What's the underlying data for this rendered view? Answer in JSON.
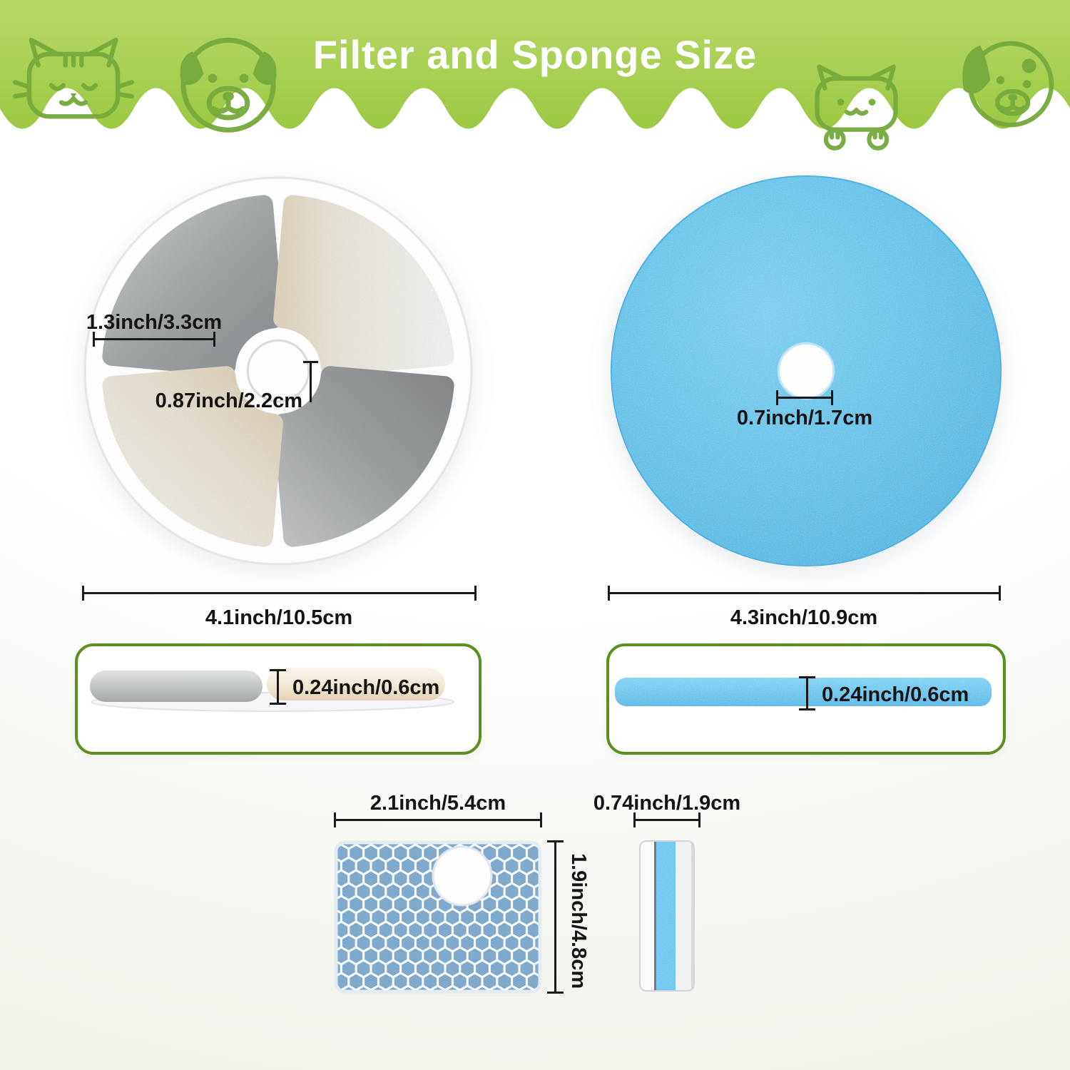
{
  "header": {
    "title": "Filter and Sponge Size"
  },
  "carbon_filter": {
    "segment_width": "1.3inch/3.3cm",
    "hole_diameter": "0.87inch/2.2cm",
    "diameter": "4.1inch/10.5cm",
    "thickness": "0.24inch/0.6cm"
  },
  "foam_sponge": {
    "hole_diameter": "0.7inch/1.7cm",
    "diameter": "4.3inch/10.9cm",
    "thickness": "0.24inch/0.6cm"
  },
  "mesh_filter": {
    "width": "2.1inch/5.4cm",
    "height": "1.9inch/4.8cm"
  },
  "sponge_strip": {
    "width": "0.74inch/1.9cm"
  },
  "icons": {
    "decorations": [
      "cat-icon",
      "dog-icon",
      "cat-icon",
      "dog-icon"
    ]
  },
  "colors": {
    "header_green": "#a9cf54",
    "art_green": "#76a93c",
    "card_border_green": "#5c9020",
    "sponge_blue": "#45b4e8",
    "mesh_blue": "#7fa9cd",
    "text": "#141414"
  }
}
